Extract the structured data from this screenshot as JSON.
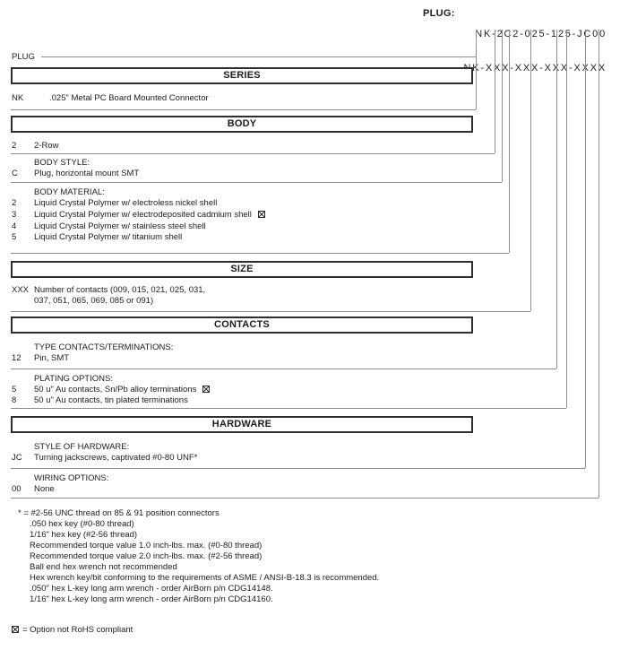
{
  "header": {
    "plug_label": "PLUG:",
    "part_number": "NK-2C2-025-125-JC00",
    "part_number_mask": "NK-XXX-XXX-XXX-XXXX"
  },
  "diagram_label": "PLUG",
  "icons": {
    "not_rohs": "boxed-x"
  },
  "sections": {
    "series": {
      "title": "SERIES",
      "rows": [
        {
          "code": "NK",
          "desc": ".025\" Metal PC Board Mounted Connector"
        }
      ]
    },
    "body": {
      "title": "BODY",
      "rows": [
        {
          "code": "2",
          "desc": "2-Row"
        }
      ],
      "style": {
        "heading": "BODY STYLE:",
        "rows": [
          {
            "code": "C",
            "desc": "Plug, horizontal mount SMT"
          }
        ]
      },
      "material": {
        "heading": "BODY MATERIAL:",
        "rows": [
          {
            "code": "2",
            "desc": "Liquid Crystal Polymer w/ electroless nickel shell",
            "rohs_flag": false
          },
          {
            "code": "3",
            "desc": "Liquid Crystal Polymer w/ electrodeposited  cadmium shell",
            "rohs_flag": true
          },
          {
            "code": "4",
            "desc": "Liquid Crystal Polymer w/ stainless steel shell",
            "rohs_flag": false
          },
          {
            "code": "5",
            "desc": "Liquid Crystal Polymer w/ titanium shell",
            "rohs_flag": false
          }
        ]
      }
    },
    "size": {
      "title": "SIZE",
      "rows": [
        {
          "code": "XXX",
          "desc_line1": "Number of contacts (009, 015, 021, 025, 031,",
          "desc_line2": "037, 051, 065, 069, 085 or 091)"
        }
      ]
    },
    "contacts": {
      "title": "CONTACTS",
      "type": {
        "heading": "TYPE CONTACTS/TERMINATIONS:",
        "rows": [
          {
            "code": "12",
            "desc": "Pin, SMT"
          }
        ]
      },
      "plating": {
        "heading": "PLATING OPTIONS:",
        "rows": [
          {
            "code": "5",
            "desc": "50 u\" Au contacts, Sn/Pb alloy terminations",
            "rohs_flag": true
          },
          {
            "code": "8",
            "desc": "50 u\" Au contacts, tin plated terminations",
            "rohs_flag": false
          }
        ]
      }
    },
    "hardware": {
      "title": "HARDWARE",
      "style": {
        "heading": "STYLE OF HARDWARE:",
        "rows": [
          {
            "code": "JC",
            "desc": "Turning jackscrews, captivated #0-80 UNF*"
          }
        ]
      },
      "wiring": {
        "heading": "WIRING OPTIONS:",
        "rows": [
          {
            "code": "00",
            "desc": "None"
          }
        ]
      }
    }
  },
  "footnotes": [
    "* = #2-56 UNC thread on 85 & 91 position connectors",
    ".050 hex key (#0-80 thread)",
    "1/16\" hex key (#2-56 thread)",
    "Recommended torque value 1.0 inch-lbs. max. (#0-80 thread)",
    "Recommended torque value 2.0 inch-lbs. max. (#2-56 thread)",
    "Ball end hex wrench not recommended",
    "Hex wrench key/bit conforming to the requirements of ASME / ANSI-B-18.3 is recommended.",
    ".050\" hex L-key long arm wrench - order AirBorn p/n CDG14148.",
    "1/16\" hex L-key long arm wrench - order AirBorn p/n CDG14160."
  ],
  "rohs_legend": "= Option not RoHS compliant"
}
